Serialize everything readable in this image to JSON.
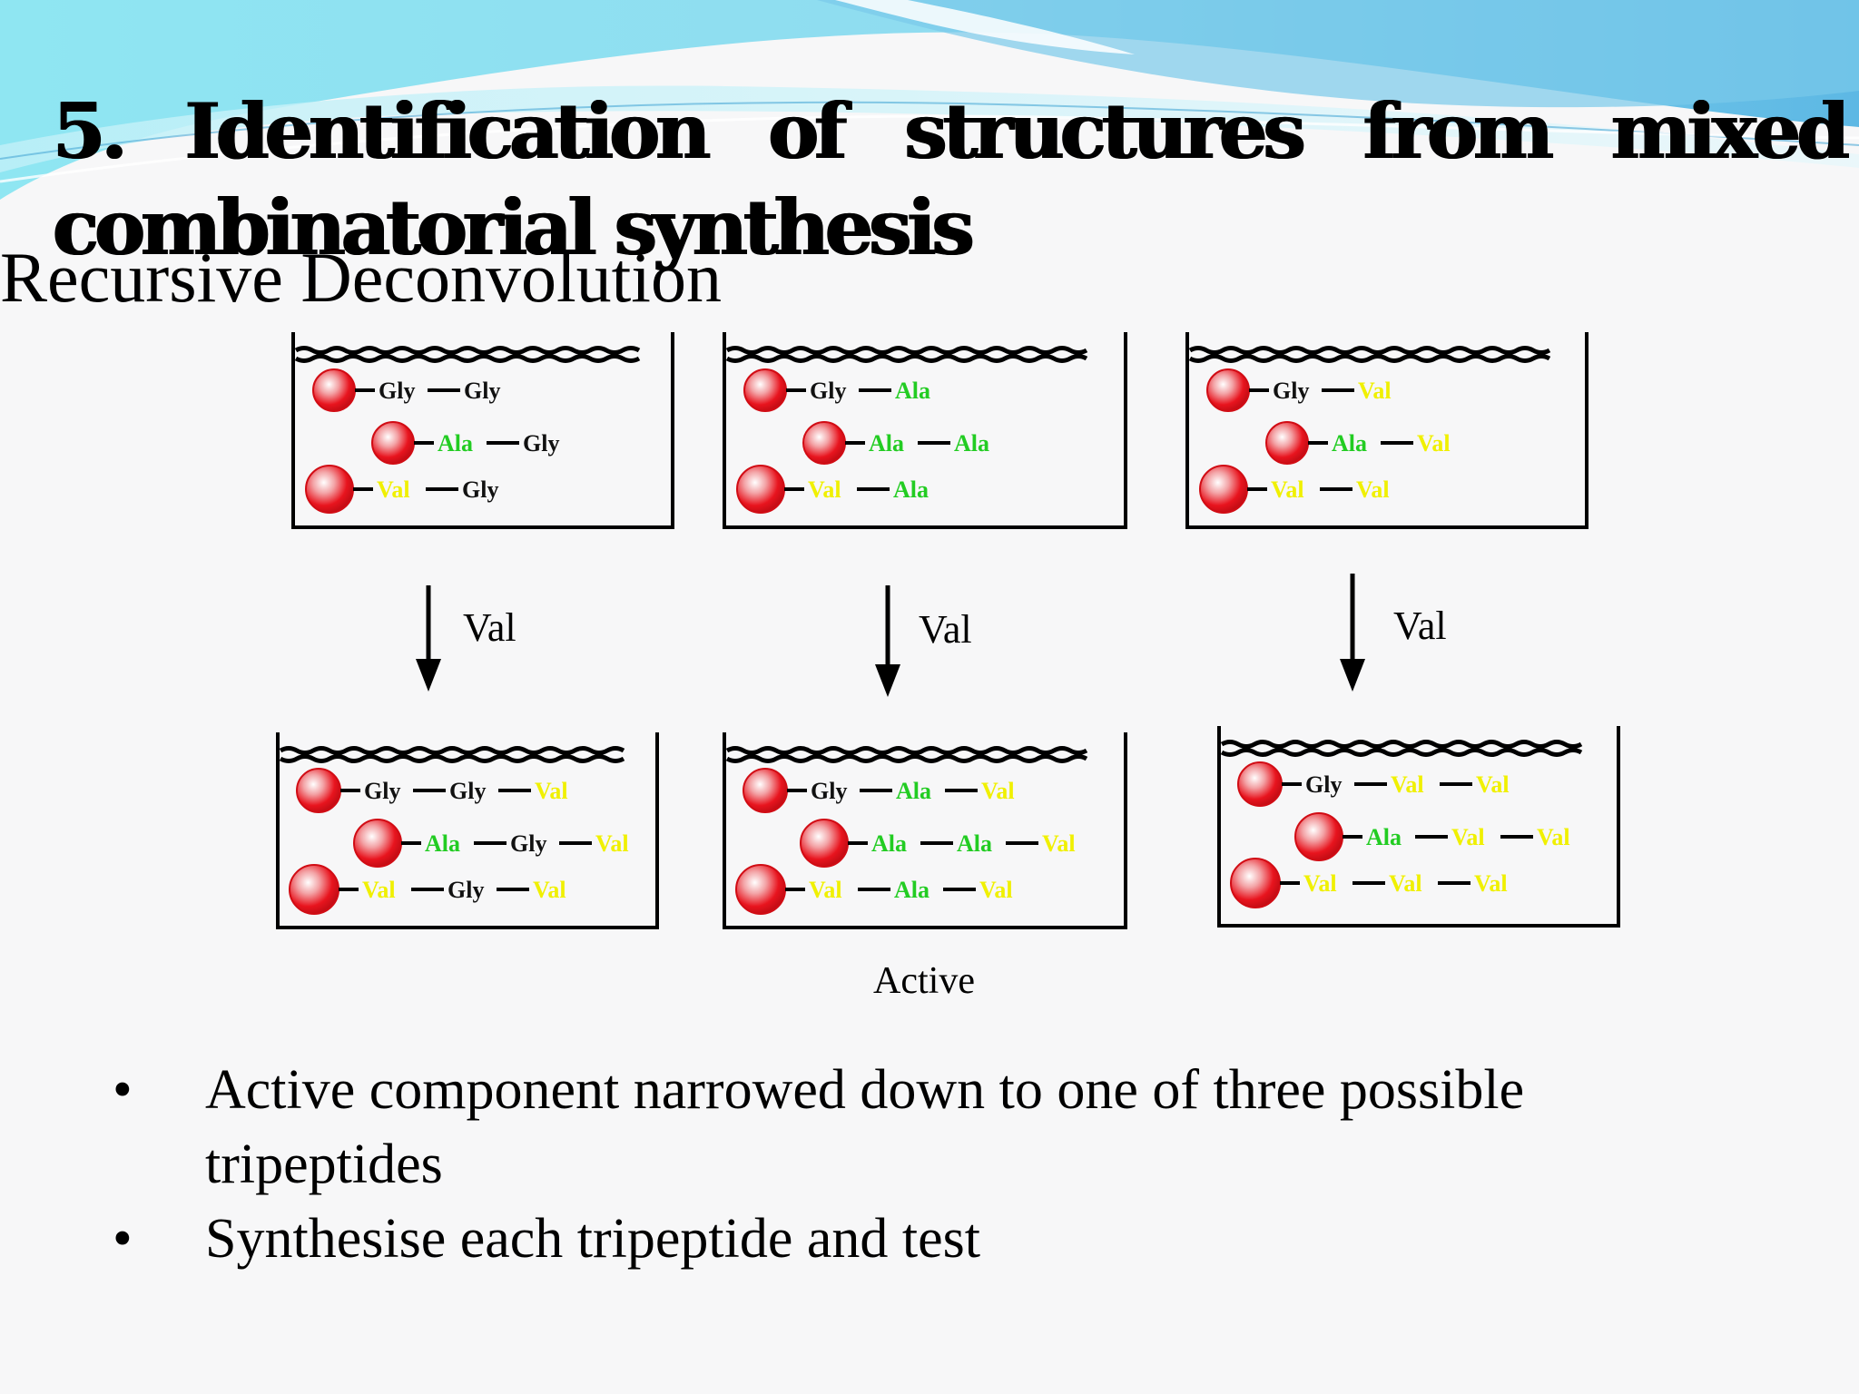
{
  "slide": {
    "title_line1": [
      "5.",
      "Identification",
      "of",
      "structures",
      "from",
      "mixed"
    ],
    "title_line2": "combinatorial synthesis",
    "subtitle": "Recursive Deconvolution"
  },
  "colors": {
    "bead": "#e8141e",
    "gly": "#111111",
    "ala": "#22cc22",
    "val": "#f0f000",
    "header_wave": "#7fd6ee"
  },
  "diagram": {
    "arrow_label": "Val",
    "active_label": "Active",
    "residues": [
      "Gly",
      "Ala",
      "Val"
    ],
    "top_row": [
      [
        [
          "Gly",
          "Gly"
        ],
        [
          "Ala",
          "Gly"
        ],
        [
          "Val",
          "Gly"
        ]
      ],
      [
        [
          "Gly",
          "Ala"
        ],
        [
          "Ala",
          "Ala"
        ],
        [
          "Val",
          "Ala"
        ]
      ],
      [
        [
          "Gly",
          "Val"
        ],
        [
          "Ala",
          "Val"
        ],
        [
          "Val",
          "Val"
        ]
      ]
    ],
    "bottom_row": [
      [
        [
          "Gly",
          "Gly",
          "Val"
        ],
        [
          "Ala",
          "Gly",
          "Val"
        ],
        [
          "Val",
          "Gly",
          "Val"
        ]
      ],
      [
        [
          "Gly",
          "Ala",
          "Val"
        ],
        [
          "Ala",
          "Ala",
          "Val"
        ],
        [
          "Val",
          "Ala",
          "Val"
        ]
      ],
      [
        [
          "Gly",
          "Val",
          "Val"
        ],
        [
          "Ala",
          "Val",
          "Val"
        ],
        [
          "Val",
          "Val",
          "Val"
        ]
      ]
    ]
  },
  "bullets": [
    {
      "marker": "•",
      "text": "Active component narrowed down to one of three possible tripeptides"
    },
    {
      "marker": "•",
      "text": "Synthesise each tripeptide and test"
    }
  ]
}
